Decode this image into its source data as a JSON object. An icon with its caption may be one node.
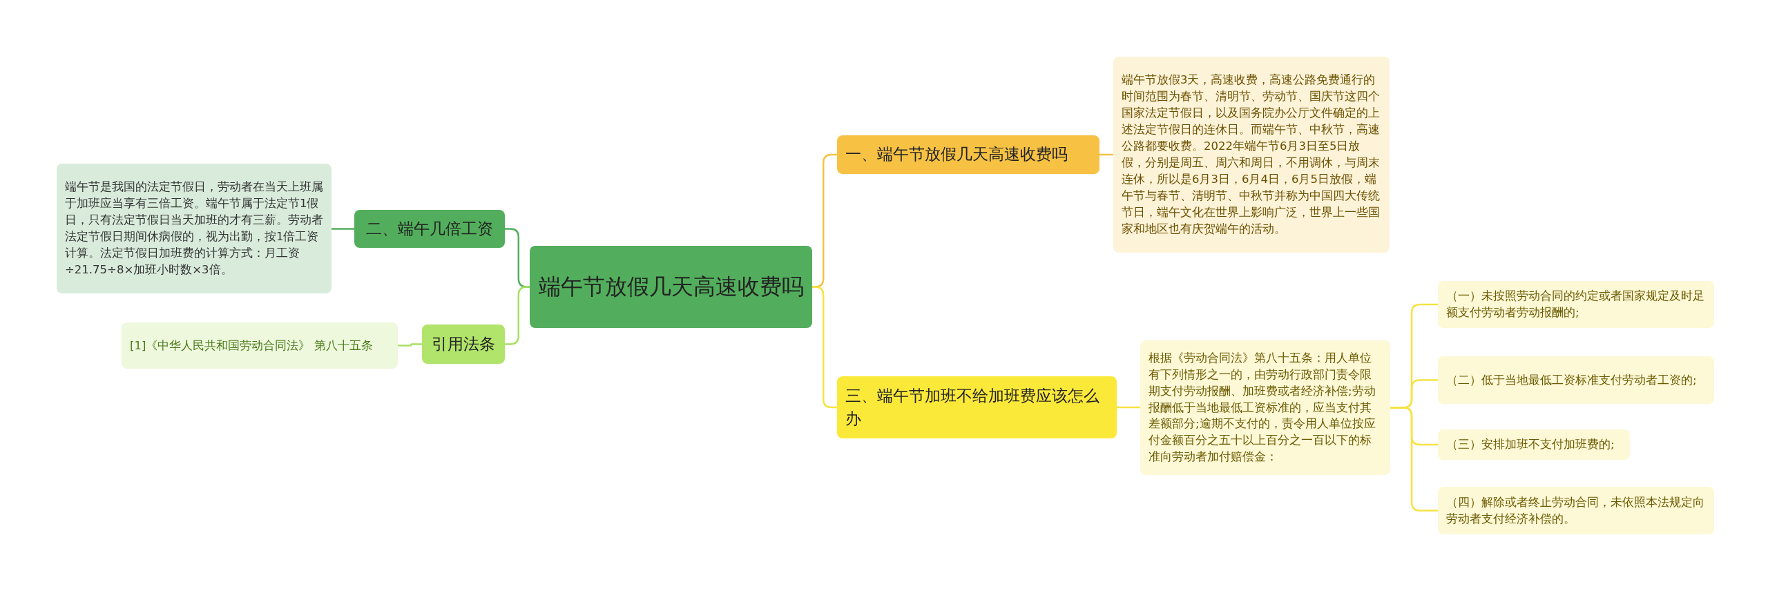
{
  "diagram": {
    "nodes": [
      {
        "text": [
          "端午节放假几天高速收费吗"
        ]
      },
      {
        "text": [
          "一、端午节放假几天高速收费吗"
        ]
      },
      {
        "text": [
          "端午节放假3天，高速收费，高速公路免费通行的时间范围为春节、清明节、劳动节、国庆节这四个国家法定节假日，以及国务院办公厅文件确定的上述法定节假日的连休日。而端午节、中秋节，高速公路都要收费。2022年端午节6月3日至5日放假，分别是周五、周六和周日，不用调休，与周末连休，所以是6月3日，6月4日，6月5日放假，端午节与春节、清明节、中秋节并称为中国四大传统节日，端午文化在世界上影响广泛，世界上一些国家和地区也有庆贺端午的活动。"
        ]
      },
      {
        "text": [
          "三、端午节加班不给加班费应该怎么办"
        ]
      },
      {
        "text": [
          "根据《劳动合同法》第八十五条：用人单位有下列情形之一的，由劳动行政部门责令限期支付劳动报酬、加班费或者经济补偿;劳动报酬低于当地最低工资标准的，应当支付其差额部分;逾期不支付的，责令用人单位按应付金额百分之五十以上百分之一百以下的标准向劳动者加付赔偿金："
        ]
      },
      {
        "text": [
          "（一）未按照劳动合同的约定或者国家规定及时足额支付劳动者劳动报酬的;"
        ]
      },
      {
        "text": [
          "（二）低于当地最低工资标准支付劳动者工资的;"
        ]
      },
      {
        "text": [
          "（三）安排加班不支付加班费的;"
        ]
      },
      {
        "text": [
          "（四）解除或者终止劳动合同，未依照本法规定向劳动者支付经济补偿的。"
        ]
      },
      {
        "text": [
          "二、端午几倍工资"
        ]
      },
      {
        "text": [
          "端午节是我国的法定节假日，劳动者在当天上班属于加班应当享有三倍工资。端午节属于法定节1假日，只有法定节假日当天加班的才有三薪。劳动者法定节假日期间休病假的，视为出勤，按1倍工资计算。法定节假日加班费的计算方式：月工资÷21.75÷8×加班小时数×3倍。"
        ]
      },
      {
        "text": [
          "引用法条"
        ]
      },
      {
        "text": [
          "[1]《中华人民共和国劳动合同法》 第八十五条"
        ]
      }
    ],
    "edges": [
      {
        "from": 0,
        "to": 1,
        "arrow": "none",
        "color": "#f7c244"
      },
      {
        "from": 1,
        "to": 2,
        "arrow": "none",
        "color": "#f7c244"
      },
      {
        "from": 0,
        "to": 3,
        "arrow": "none"
      },
      {
        "from": 3,
        "to": 4,
        "arrow": "none"
      },
      {
        "from": 4,
        "to": 5,
        "arrow": "none"
      },
      {
        "from": 4,
        "to": 6,
        "arrow": "none"
      },
      {
        "from": 4,
        "to": 7,
        "arrow": "none"
      },
      {
        "from": 4,
        "to": 8,
        "arrow": "none"
      },
      {
        "from": 0,
        "to": 9,
        "arrow": "none",
        "color": "#52ae5c"
      },
      {
        "from": 9,
        "to": 10,
        "arrow": "none",
        "color": "#52ae5c"
      },
      {
        "from": 0,
        "to": 11,
        "arrow": "none",
        "color": "#a8e063"
      },
      {
        "from": 11,
        "to": 12,
        "arrow": "none",
        "color": "#a8e063"
      }
    ]
  }
}
